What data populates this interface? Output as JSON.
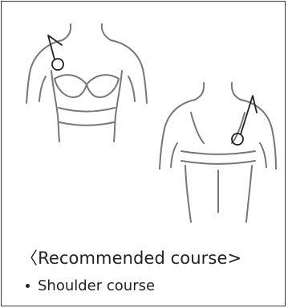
{
  "diagram": {
    "heading": "〈Recommended course>",
    "courses": [
      "Shoulder course"
    ]
  },
  "figures": [
    {
      "view": "front",
      "marker": "circle-with-pointer",
      "location": "left shoulder"
    },
    {
      "view": "back",
      "marker": "circle-with-pointer",
      "location": "right shoulder blade"
    }
  ],
  "colors": {
    "line": "#777777",
    "marker": "#222222",
    "text": "#222222",
    "border": "#3a3a3a"
  }
}
